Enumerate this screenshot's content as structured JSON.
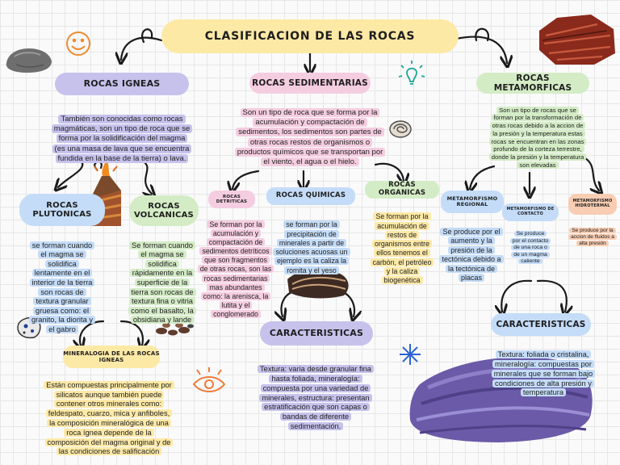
{
  "title": "CLASIFICACION DE LAS ROCAS",
  "icons": [
    "smiley-icon",
    "lightbulb-icon",
    "eye-icon",
    "sparkle-icon",
    "arrow-icon"
  ],
  "colors": {
    "title_bg": "#fde9a6",
    "purple": "#c6c2ec",
    "blue": "#c4dcf8",
    "pink": "#f5cde0",
    "green": "#d4ecc6",
    "yellow": "#fde9a6",
    "orange": "#f8cdb2"
  },
  "igneas": {
    "title": "ROCAS IGNEAS",
    "text": "También son conocidas como rocas\nmagmáticas, son un tipo de roca que se\nforma por la solidificación del magma\n(es una masa de lava que se encuentra\nfundida en la base de la tierra) o lava.",
    "plutonicas": {
      "title": "ROCAS\nPLUTONICAS",
      "text": "se forman cuando\nel magma se\nsolidifica\nlentamente en el\ninterior de la tierra\nson rocas de\ntextura granular\ngruesa como: el\ngranito, la diorita y\nel gabro"
    },
    "volcanicas": {
      "title": "ROCAS\nVOLCANICAS",
      "text": "Se forman cuando\nel magma se\nsolidifica\nrápidamente en la\nsuperficie de la\ntierra son rocas de\ntextura fina o vitria\ncomo el basalto, la\nobsidiana y lande"
    },
    "mineralogia": {
      "title": "MINERALOGIA DE LAS ROCAS\nIGNEAS",
      "text": "Están compuestas principalmente por\nsilicatos aunque también puede\ncontener otros minerales como:\nfeldespato, cuarzo, mica y anfiboles,\nla composición mineralógica de una\nroca ígnea depende de la\ncomposición del magma original y de\nlas condiciones de salificación"
    }
  },
  "sedimentarias": {
    "title": "ROCAS SEDIMENTARIAS",
    "text": "Son un tipo de roca que se forma por la\nacumulación y compactación de\nsedimentos, los sedimentos son partes de\notras rocas restos de organismos o\nproductos químicos que se transportan por\nel viento, el agua o el hielo.",
    "detriticas": {
      "title": "ROCAS\nDETRITICAS",
      "text": "Se forman por la\nacumulación y\ncompactación de\nsedimentos detríticos\nque son fragmentos\nde otras rocas, son las\nrocas sedimentarias\nmas abundantes\ncomo: la arenisca, la\nlutita y el\nconglomerado"
    },
    "quimicas": {
      "title": "ROCAS QUIMICAS",
      "text": "se forman por la\nprecipitación de\nminerales a partir de\nsoluciones acuosas un\nejemplo es la caliza la\nromita y el yeso"
    },
    "organicas": {
      "title": "ROCAS ORGANICAS",
      "text": "Se forman por la\nacumulación de\nrestos de\norganismos entre\nellos tenemos el\ncarbón, el petróleo\ny la caliza\nbiogenética"
    },
    "caracteristicas": {
      "title": "CARACTERISTICAS",
      "text": "Textura: varia desde granular fina\nhasta foliada, mineralogía:\ncompuesta por una variedad de\nminerales, estructura: presentan\nestratificación que son capas o\nbandas de diferente\nsedimentación."
    }
  },
  "metamorficas": {
    "title": "ROCAS METAMORFICAS",
    "text": "Son un tipo de rocas que se\nforman por la transformación de\notras rocas debido a la accion de\nla presión y la temperatura estas\nrocas se encuentran en las zonas\nprofundo de la corteza terrestre,\ndonde la presión y la temperatura\nson elevadas",
    "regional": {
      "title": "METAMORFISMO\nREGIONAL",
      "text": "Se produce por el\naumento y la\npresión de la\ntectónica debido a\nla tectónica de\nplacas"
    },
    "contacto": {
      "title": "METAMORFISMO DE\nCONTACTO",
      "text": "Se produce\npor el contacto\nde una roca o\nde un magma\ncaliente"
    },
    "hidrotermal": {
      "title": "METAMORFISMO\nHIDROTERMAL",
      "text": "Se produce por la\naccion de fluidos a\nalta presión"
    },
    "caracteristicas": {
      "title": "CARACTERISTICAS",
      "text": "Textura: foliada o cristalina,\nmineralogía: compuestas por\nminerales que se forman bajo\ncondiciones de alta presión y\ntemperatura"
    }
  }
}
